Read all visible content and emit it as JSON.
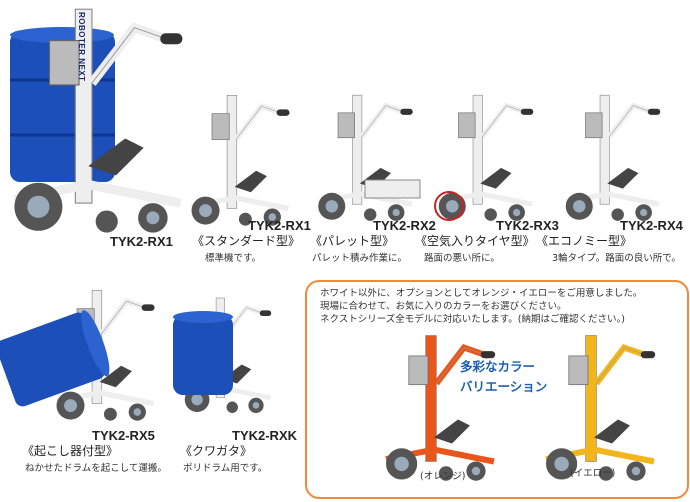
{
  "brand_text": "ROBOTER NEXT",
  "products": [
    {
      "model": "TYK2-RX1",
      "type": "",
      "desc": ""
    },
    {
      "model": "TYK2-RX1",
      "type": "《スタンダード型》",
      "desc": "標準機です。"
    },
    {
      "model": "TYK2-RX2",
      "type": "《パレット型》",
      "desc": "パレット積み作業に。"
    },
    {
      "model": "TYK2-RX3",
      "type": "《空気入りタイヤ型》",
      "desc": "路面の悪い所に。"
    },
    {
      "model": "TYK2-RX4",
      "type": "《エコノミー型》",
      "desc": "3輪タイプ。路面の良い所で。"
    },
    {
      "model": "TYK2-RX5",
      "type": "《起こし器付型》",
      "desc": "ねかせたドラムを起こして運搬。"
    },
    {
      "model": "TYK2-RXK",
      "type": "《クワガタ》",
      "desc": "ポリドラム用です。"
    }
  ],
  "color_option": {
    "notes": [
      "ホワイト以外に、オプションとしてオレンジ・イエローをご用意しました。",
      "現場に合わせて、お気に入りのカラーをお選びください。",
      "ネクストシリーズ全モデルに対応いたします。(納期はご確認ください。)"
    ],
    "headline": [
      "多彩なカラー",
      "バリエーション"
    ],
    "variants": [
      {
        "label": "(オレンジ)",
        "color": "#e8561c"
      },
      {
        "label": "(イエロー)",
        "color": "#f2b51c"
      }
    ]
  },
  "colors": {
    "white_frame": "#eeeeee",
    "drum_blue": "#1d4fb8",
    "accent_border": "#f08a3a"
  }
}
